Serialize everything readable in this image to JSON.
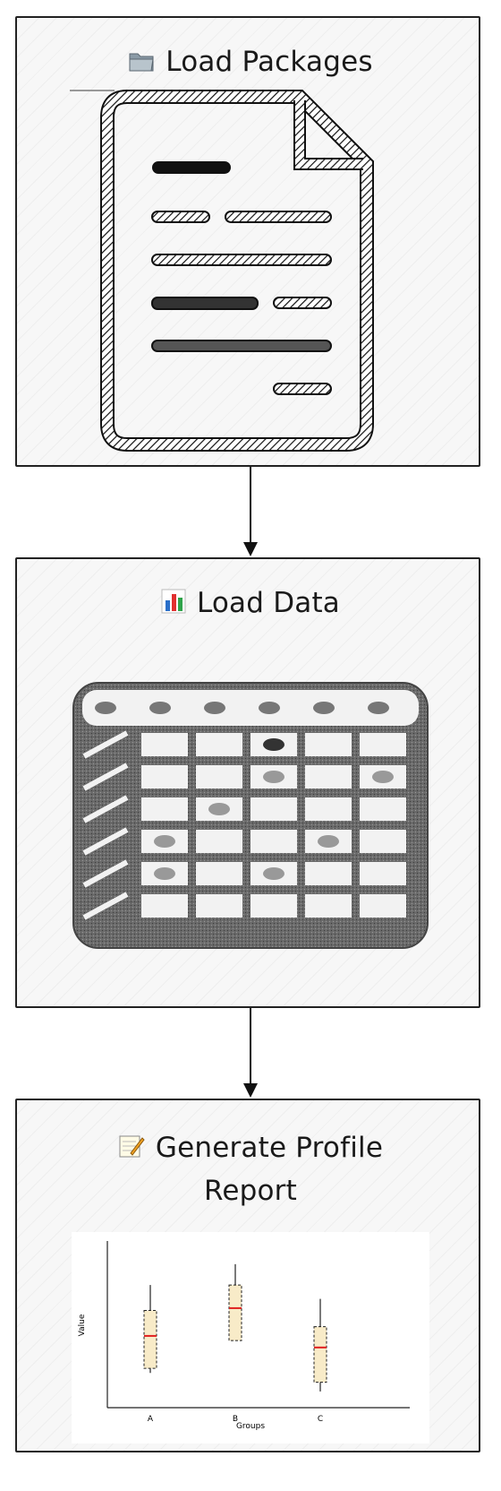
{
  "steps": [
    {
      "title": "Load Packages",
      "icon": "folder-icon"
    },
    {
      "title": "Load Data",
      "icon": "bar-chart-icon"
    },
    {
      "title": "Generate Profile Report",
      "icon": "notepad-icon"
    }
  ],
  "chart_data": {
    "type": "box",
    "categories": [
      "A",
      "B",
      "C"
    ],
    "xlabel": "Groups",
    "ylabel": "Value",
    "boxes": [
      {
        "whisker_low": 3.8,
        "q1": 4.0,
        "median": 5.4,
        "q3": 6.5,
        "whisker_high": 7.6
      },
      {
        "whisker_low": 5.2,
        "q1": 5.2,
        "median": 6.6,
        "q3": 7.6,
        "whisker_high": 8.5
      },
      {
        "whisker_low": 3.0,
        "q1": 3.4,
        "median": 4.9,
        "q3": 5.8,
        "whisker_high": 7.0
      }
    ],
    "ylim": [
      2.3,
      9.5
    ],
    "colors": {
      "box_fill": "#f8ebc8",
      "median": "#e02020",
      "axis": "#222222"
    }
  }
}
